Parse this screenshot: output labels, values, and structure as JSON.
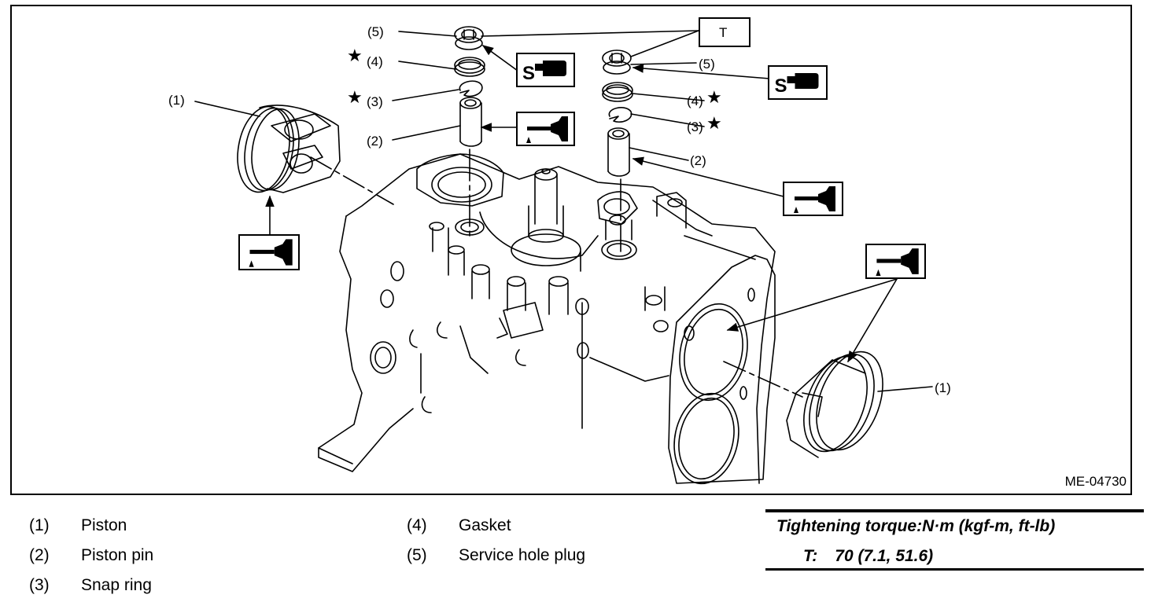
{
  "figure": {
    "id": "ME-04730",
    "callouts": {
      "left_piston": "(1)",
      "right_piston": "(1)",
      "left_pin": "(2)",
      "right_pin": "(2)",
      "left_snap_ring": "(3)",
      "right_snap_ring": "(3)",
      "left_gasket": "(4)",
      "right_gasket": "(4)",
      "left_plug": "(5)",
      "right_plug": "(5)",
      "torque_box": "T"
    },
    "markers": {
      "star": "★",
      "oil_icon": "engine-oil-icon",
      "sealant_icon": "liquid-gasket-icon"
    }
  },
  "legend": {
    "items": [
      {
        "num": "(1)",
        "label": "Piston"
      },
      {
        "num": "(2)",
        "label": "Piston pin"
      },
      {
        "num": "(3)",
        "label": "Snap ring"
      },
      {
        "num": "(4)",
        "label": "Gasket"
      },
      {
        "num": "(5)",
        "label": "Service hole plug"
      }
    ]
  },
  "torque": {
    "title": "Tightening torque:N·m (kgf-m, ft-lb)",
    "key": "T:",
    "value": "70 (7.1, 51.6)"
  }
}
